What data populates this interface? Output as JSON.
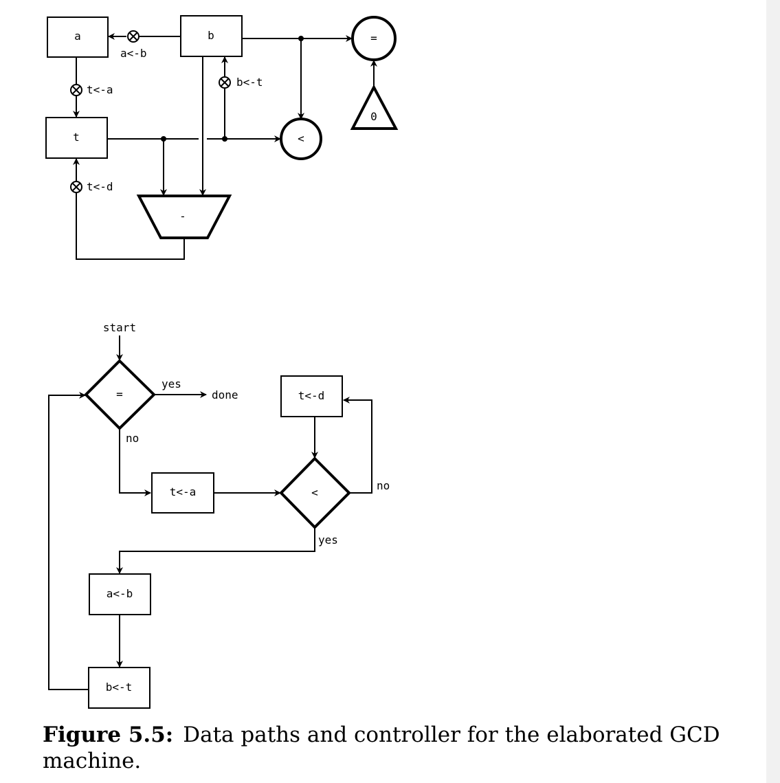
{
  "datapath": {
    "registers": {
      "a": "a",
      "b": "b",
      "t": "t"
    },
    "buttons": {
      "a_from_b": "a<-b",
      "t_from_a": "t<-a",
      "b_from_t": "b<-t",
      "t_from_d": "t<-d"
    },
    "operators": {
      "eq": "=",
      "lt": "<",
      "sub": "-",
      "zero": "0"
    }
  },
  "controller": {
    "start": "start",
    "test_eq": "=",
    "yes1": "yes",
    "done": "done",
    "no1": "no",
    "step_t_a": "t<-a",
    "test_lt": "<",
    "no2": "no",
    "step_t_d": "t<-d",
    "yes2": "yes",
    "step_a_b": "a<-b",
    "step_b_t": "b<-t"
  },
  "caption": {
    "label": "Figure 5.5:",
    "text": "Data paths and controller for the elaborated GCD machine."
  }
}
